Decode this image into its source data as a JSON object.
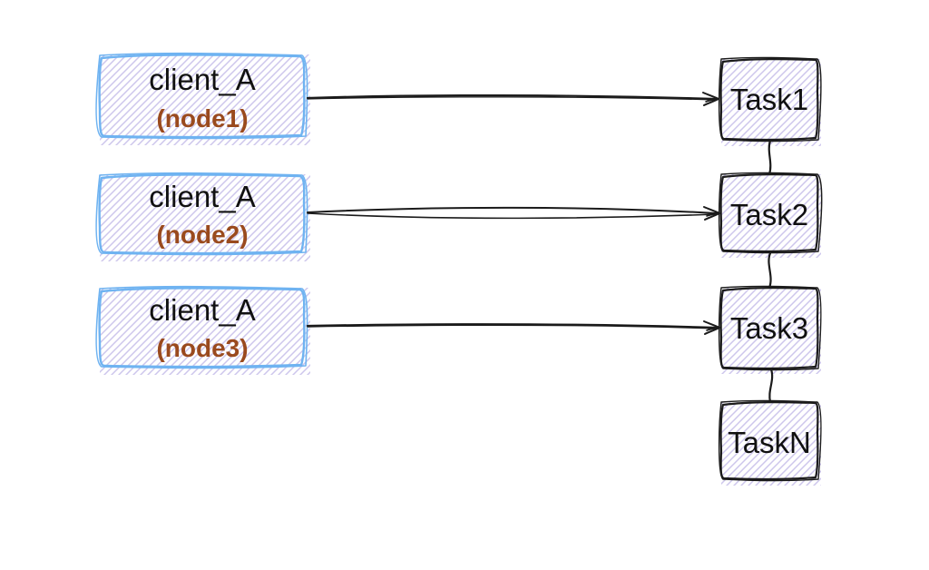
{
  "diagram": {
    "clients": [
      {
        "name": "client_A",
        "node": "(node1)"
      },
      {
        "name": "client_A",
        "node": "(node2)"
      },
      {
        "name": "client_A",
        "node": "(node3)"
      }
    ],
    "tasks": [
      {
        "label": "Task1"
      },
      {
        "label": "Task2"
      },
      {
        "label": "Task3"
      },
      {
        "label": "TaskN"
      }
    ],
    "connections": [
      {
        "from": "client_A (node1)",
        "to": "Task1",
        "style": "arrow"
      },
      {
        "from": "client_A (node2)",
        "to": "Task2",
        "style": "arrow"
      },
      {
        "from": "client_A (node3)",
        "to": "Task3",
        "style": "arrow"
      },
      {
        "from": "Task1",
        "to": "Task2",
        "style": "line"
      },
      {
        "from": "Task2",
        "to": "Task3",
        "style": "line"
      },
      {
        "from": "Task3",
        "to": "TaskN",
        "style": "line"
      }
    ],
    "colors": {
      "background": "#ffffff",
      "client_border": "#6fb3f1",
      "task_border": "#1b1b1b",
      "hatch": "#cdc6ec",
      "client_name_text": "#111111",
      "node_text": "#9a4a1e",
      "task_text": "#111111",
      "arrow": "#1b1b1b"
    }
  }
}
